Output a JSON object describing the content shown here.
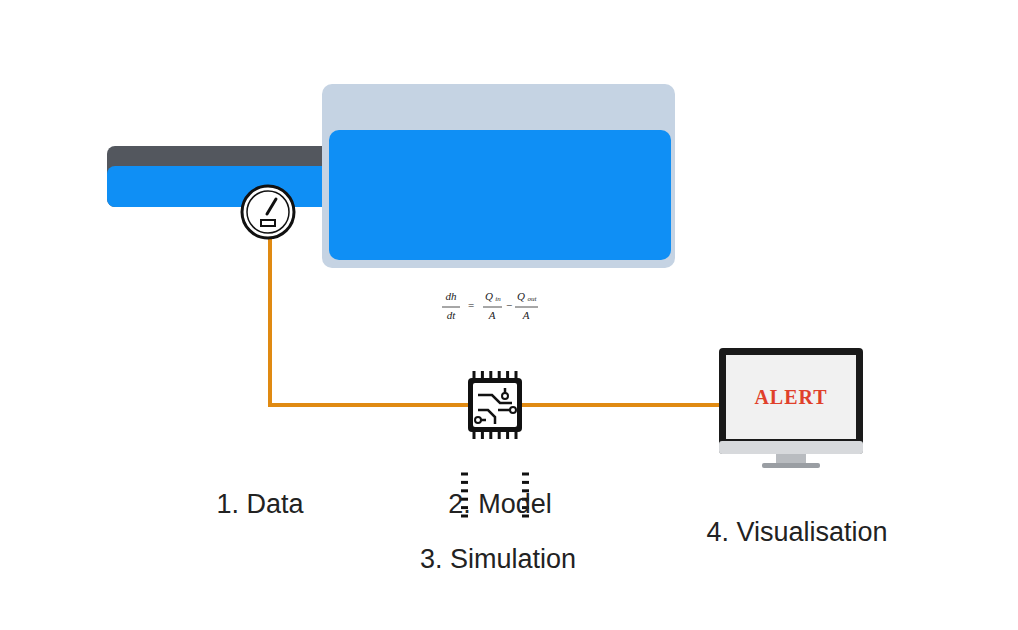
{
  "diagram": {
    "nodes": [
      {
        "text": [
          "ALERT"
        ]
      }
    ],
    "labels": [
      "dh",
      "dt",
      "=",
      "Q",
      "in",
      "A",
      "−",
      "Q",
      "out",
      "A",
      "1. Data",
      "2. Model",
      "3. Simulation",
      "4. Visualisation"
    ]
  }
}
